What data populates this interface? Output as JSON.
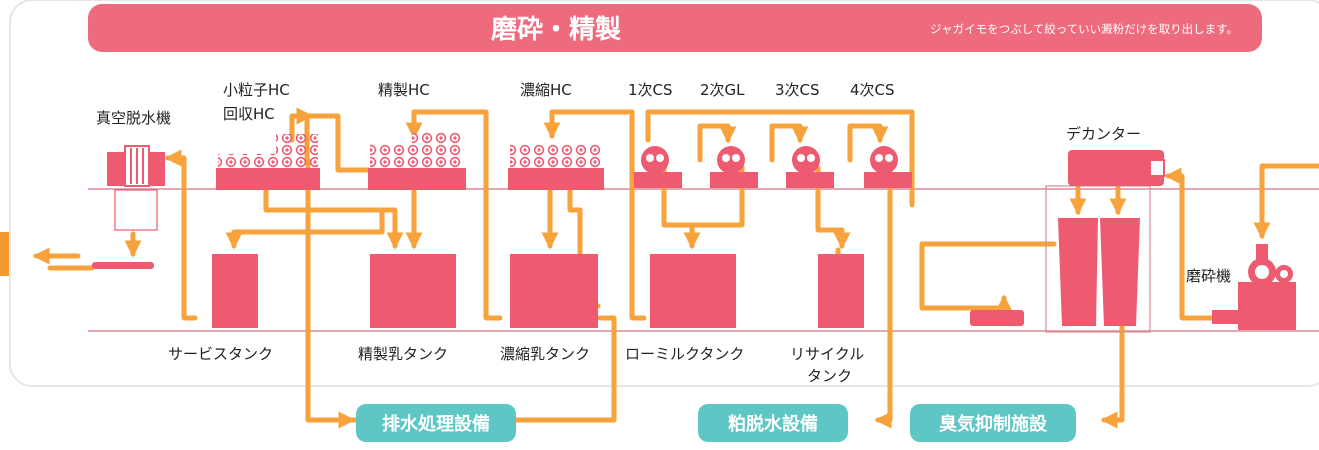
{
  "header": {
    "title": "磨砕・精製",
    "description": "ジャガイモをつぶして絞っていい澱粉だけを取り出します。"
  },
  "equipment": {
    "vacuum_dehydrator": "真空脱水機",
    "small_particle_hc_line1": "小粒子HC",
    "small_particle_hc_line2": "回収HC",
    "refining_hc": "精製HC",
    "concentration_hc": "濃縮HC",
    "cs1": "1次CS",
    "gl2": "2次GL",
    "cs3": "3次CS",
    "cs4": "4次CS",
    "decanter": "デカンター",
    "grinder": "磨砕機"
  },
  "tanks": {
    "service_tank": "サービスタンク",
    "refined_milk_tank": "精製乳タンク",
    "concentrated_milk_tank": "濃縮乳タンク",
    "raw_milk_tank": "ローミルクタンク",
    "recycle_tank_line1": "リサイクル",
    "recycle_tank_line2": "タンク"
  },
  "facilities": {
    "wastewater": "排水処理設備",
    "pulp_dehydration": "粕脱水設備",
    "odor_control": "臭気抑制施設"
  },
  "colors": {
    "equipment": "#ee5a70",
    "pipe": "#f7a23b",
    "facility": "#5ec7c6",
    "header": "#ee6b7d",
    "line": "#d98a96"
  }
}
